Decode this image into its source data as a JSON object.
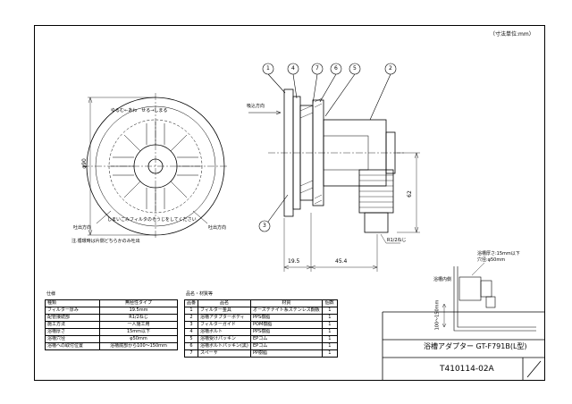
{
  "unit_note": "（寸法単位:mm）",
  "front_view": {
    "dia_label": "φ90",
    "ring_top": "ゆるむ←あわ　せる→しまる",
    "ring_bottom": "しまいこみフィルタのそうじをしてください",
    "out_left": "吐出方向",
    "out_right": "吐出方向",
    "note": "注.循環時は片側どちらかのみ吐出"
  },
  "side_view": {
    "callouts": [
      "1",
      "4",
      "7",
      "6",
      "5",
      "2",
      "3"
    ],
    "inflow": "吸込方向",
    "dim_62": "62",
    "dim_195": "19.5",
    "dim_454": "45.4",
    "thread": "R1/2ねじ"
  },
  "install_view": {
    "note1": "浴槽厚さ:15mm以下",
    "note2": "穴径:φ50mm",
    "inside": "浴槽内側",
    "range": "100〜150mm"
  },
  "spec": {
    "title": "仕様",
    "rows": [
      [
        "種類",
        "無極性タイプ"
      ],
      [
        "フィルター厚み",
        "19.5mm"
      ],
      [
        "配管接続部",
        "R1/2ねじ"
      ],
      [
        "施工方法",
        "一人施工用"
      ],
      [
        "浴槽厚さ",
        "15mm以下"
      ],
      [
        "浴槽穴径",
        "φ50mm"
      ],
      [
        "浴槽への取付位置",
        "浴槽底部から100〜150mm"
      ]
    ]
  },
  "parts": {
    "title": "品名・材質等",
    "headers": [
      "品番",
      "品名",
      "材質",
      "個数"
    ],
    "rows": [
      [
        "1",
        "フィルター金具",
        "オーステナイト系ステンレス鋼板",
        "1"
      ],
      [
        "2",
        "浴槽アダプターボディ",
        "PPS樹脂",
        "1"
      ],
      [
        "3",
        "フィルターガイド",
        "POM樹脂",
        "1"
      ],
      [
        "4",
        "浴槽ボルト",
        "PPS樹脂",
        "1"
      ],
      [
        "5",
        "浴槽受けパッキン",
        "EPゴム",
        "1"
      ],
      [
        "6",
        "浴槽ボルトパッキン(黒)",
        "EPゴム",
        "1"
      ],
      [
        "7",
        "スペーサ",
        "PP樹脂",
        "1"
      ]
    ]
  },
  "title_block": {
    "product": "浴槽アダプター GT-F791B(L型)",
    "code": "T410114-02A"
  }
}
